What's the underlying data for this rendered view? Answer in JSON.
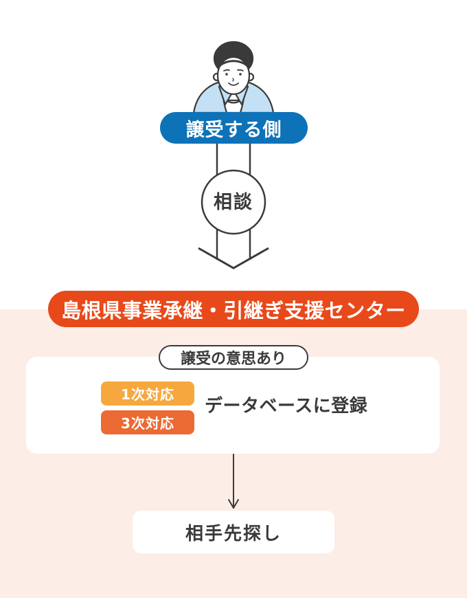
{
  "page": {
    "background_top": "#FFFFFF",
    "background_bottom": "#FCEDE7"
  },
  "colors": {
    "primary_blue": "#0D72B8",
    "center_orange": "#E8491A",
    "badge_yellow": "#F6A83E",
    "badge_orange": "#EC6A33",
    "ink": "#3A3A3A",
    "jacket_blue": "#C3E0F4"
  },
  "icons": {
    "person": "man-in-light-blue-jacket-illustration",
    "flow_arrow": "outlined-down-arrow-with-circle",
    "thin_arrow": "down-arrow"
  },
  "flow": {
    "actor_label": "譲受する側",
    "consult_label": "相談",
    "center_label": "島根県事業承継・引継ぎ支援センター",
    "card": {
      "condition_label": "譲受の意思あり",
      "badges": [
        {
          "label": "1次対応",
          "color": "#F6A83E"
        },
        {
          "label": "3次対応",
          "color": "#EC6A33"
        }
      ],
      "action_label": "データベースに登録"
    },
    "result_label": "相手先探し"
  }
}
